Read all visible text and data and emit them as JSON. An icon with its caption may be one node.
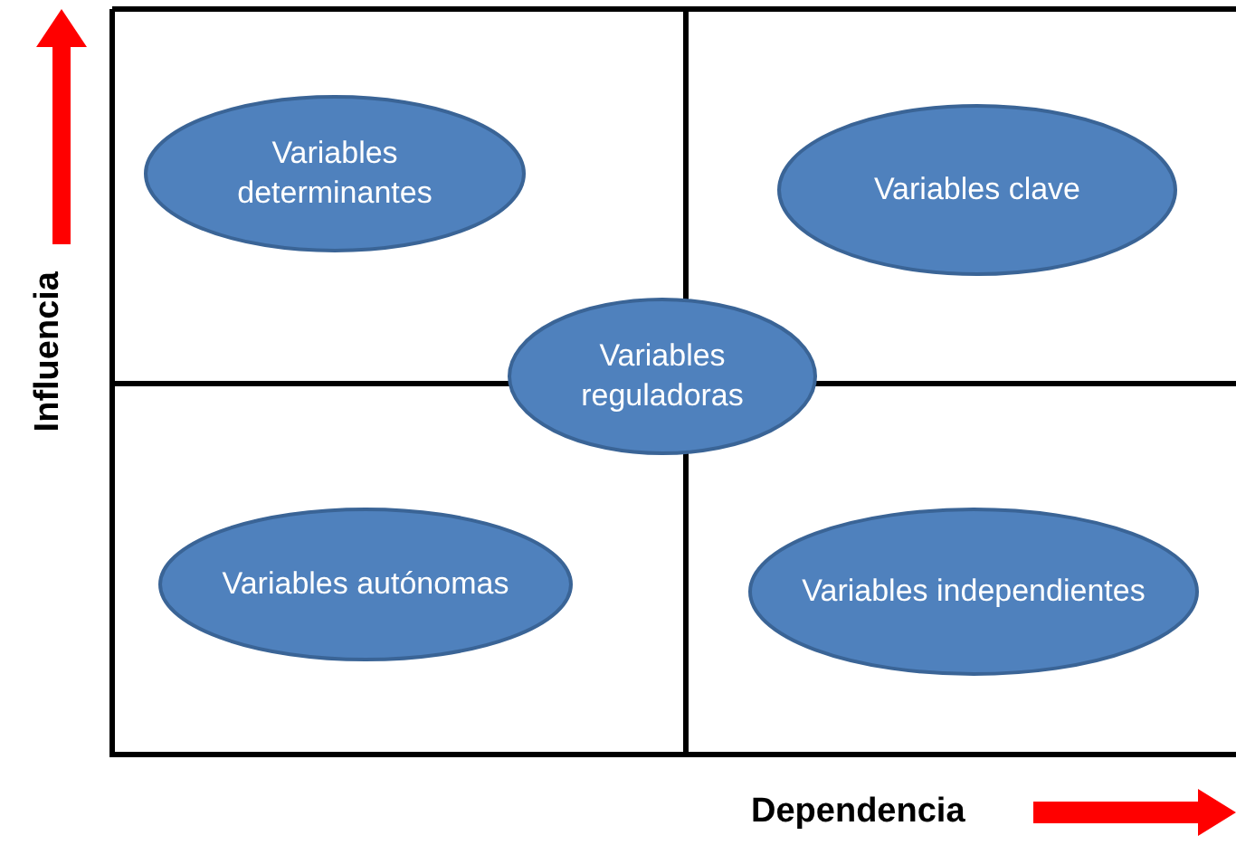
{
  "diagram": {
    "nodes": [
      {
        "text": [
          "Variables determinantes"
        ]
      },
      {
        "text": [
          "Variables clave"
        ]
      },
      {
        "text": [
          "Variables reguladoras"
        ]
      },
      {
        "text": [
          "Variables autónomas"
        ]
      },
      {
        "text": [
          "Variables independientes"
        ]
      }
    ],
    "edges": [],
    "labels": [
      "Influencia",
      "Dependencia"
    ]
  }
}
